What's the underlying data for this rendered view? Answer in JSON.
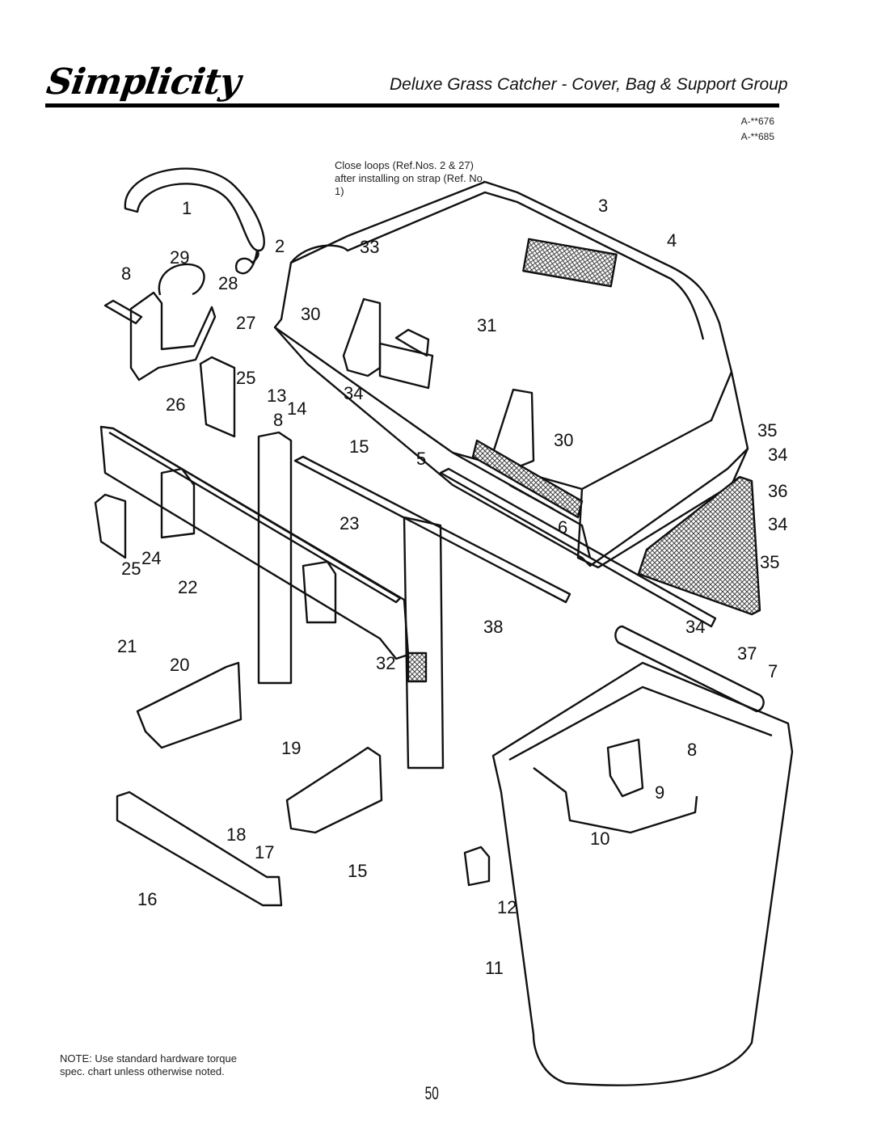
{
  "header": {
    "brand": "Simplicity",
    "title": "Deluxe Grass Catcher - Cover, Bag & Support Group",
    "codes": [
      "A-**676",
      "A-**685"
    ]
  },
  "notes": {
    "top": "Close loops (Ref.Nos. 2 & 27) after installing on strap (Ref. No. 1)",
    "bottom": "NOTE: Use standard hardware torque spec. chart unless otherwise noted."
  },
  "page_number": "50",
  "callouts": [
    "1",
    "2",
    "3",
    "4",
    "5",
    "6",
    "7",
    "8",
    "9",
    "10",
    "11",
    "12",
    "13",
    "14",
    "15",
    "16",
    "17",
    "18",
    "19",
    "20",
    "21",
    "22",
    "23",
    "24",
    "25",
    "26",
    "27",
    "28",
    "29",
    "30",
    "31",
    "32",
    "33",
    "34",
    "35",
    "36",
    "37",
    "38"
  ]
}
